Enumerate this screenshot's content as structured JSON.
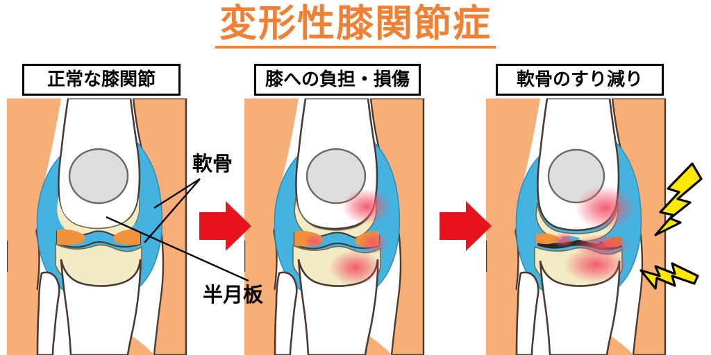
{
  "title": {
    "text": "変形性膝関節症",
    "color": "#F08033",
    "underline": true
  },
  "panels": [
    {
      "id": "normal-knee",
      "label": "正常な膝関節",
      "stage": "normal",
      "description": "正常な膝関節の断面図。軟骨と半月板が保たれている。",
      "features": {
        "cartilage_state": "intact",
        "meniscus_state": "intact",
        "inflammation": false,
        "pain_bolts": 0
      }
    },
    {
      "id": "knee-load-damage",
      "label": "膝への負担・損傷",
      "stage": "damage",
      "description": "膝に負担がかかり軟骨・半月板が損傷し炎症が起きている。",
      "features": {
        "cartilage_state": "damaged",
        "meniscus_state": "damaged",
        "inflammation": true,
        "pain_bolts": 0
      }
    },
    {
      "id": "cartilage-wear",
      "label": "軟骨のすり減り",
      "stage": "worn",
      "description": "軟骨がすり減り骨と骨が接近し痛みが生じる。",
      "features": {
        "cartilage_state": "worn",
        "meniscus_state": "worn",
        "inflammation": true,
        "pain_bolts": 2
      }
    }
  ],
  "annotations": [
    {
      "id": "cartilage",
      "text": "軟骨",
      "leader_lines": 2
    },
    {
      "id": "meniscus",
      "text": "半月板",
      "leader_lines": 1
    }
  ],
  "arrows": [
    {
      "id": "arrow-1",
      "direction": "right",
      "color": "#E8131D"
    },
    {
      "id": "arrow-2",
      "direction": "right",
      "color": "#E8131D"
    }
  ],
  "pain_bolts": [
    {
      "id": "bolt-upper",
      "color": "#FFE800",
      "outline": "#000000"
    },
    {
      "id": "bolt-lower",
      "color": "#FFE800",
      "outline": "#000000"
    }
  ],
  "palette": {
    "background": "#FFFFFF",
    "skin": "#F7AE77",
    "bone": "#FFFFFF",
    "bone_outline": "#4A3A33",
    "patella": "#DDDDDD",
    "patella_outline": "#6E6660",
    "joint_capsule": "#45B3E0",
    "cartilage": "#F2EBC4",
    "meniscus": "#F0933C",
    "inflammation": "#F2566B",
    "arrow_red": "#E8131D",
    "bolt_yellow": "#FFE800",
    "title_orange": "#F08033",
    "label_border": "#000000",
    "leader_line": "#000000"
  }
}
